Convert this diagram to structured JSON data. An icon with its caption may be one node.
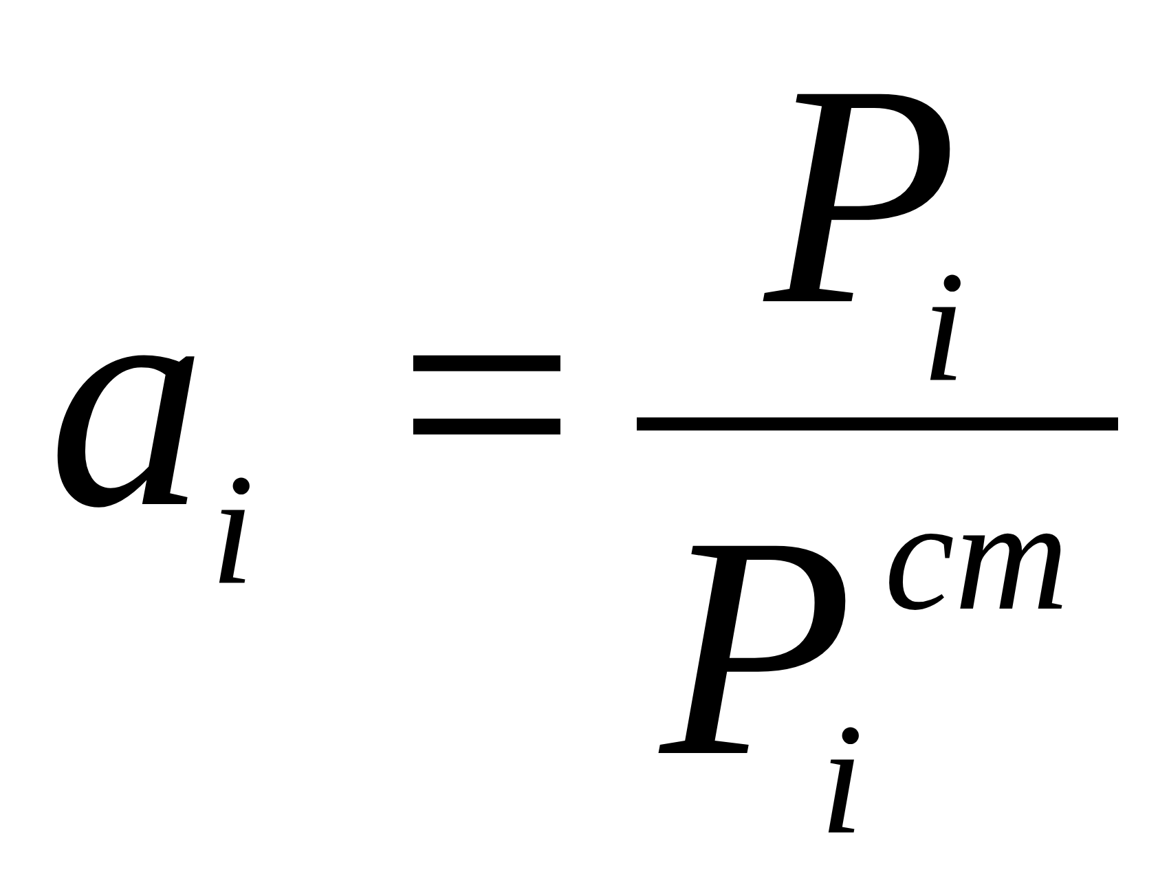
{
  "diagram": {
    "labels": [
      "a",
      "i",
      "=",
      "P",
      "i",
      "P",
      "cm",
      "i"
    ]
  }
}
